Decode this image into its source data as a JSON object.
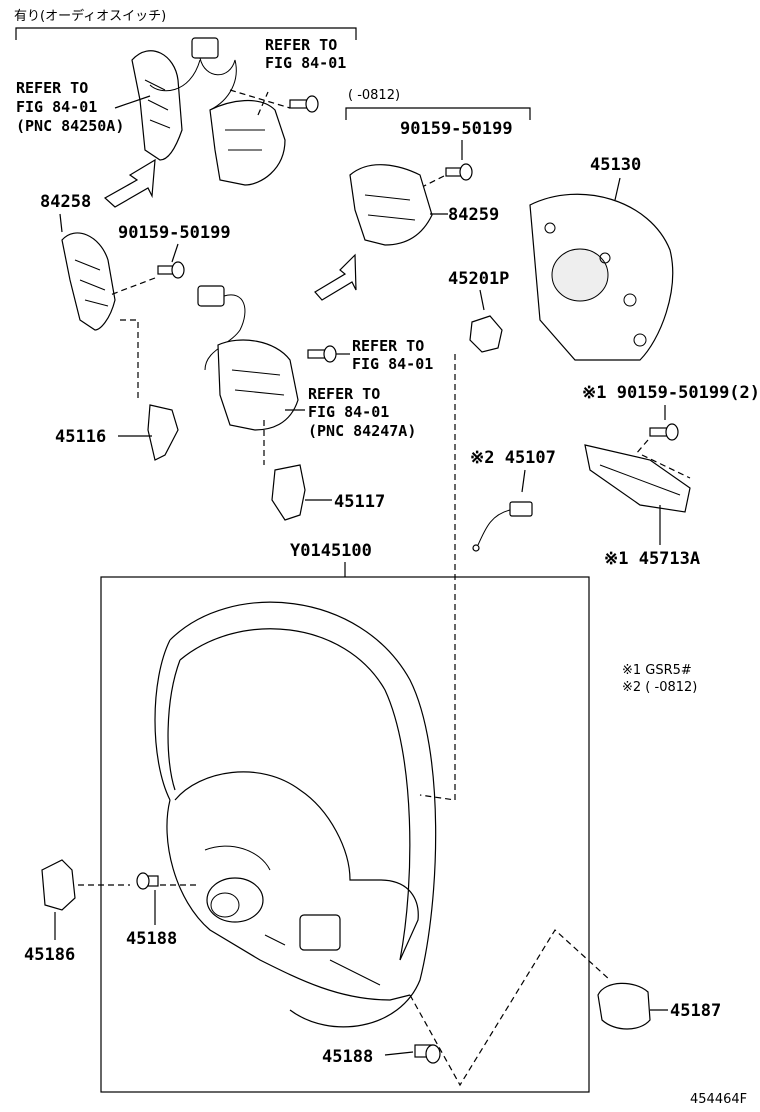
{
  "header": {
    "option_label": "有り(オーディオスイッチ)",
    "date_range_top": "(        -0812)"
  },
  "labels": {
    "refer_a_1": "REFER TO",
    "refer_a_2": "FIG 84-01",
    "refer_a_3": "(PNC 84250A)",
    "refer_b_1": "REFER TO",
    "refer_b_2": "FIG 84-01",
    "refer_c_1": "REFER TO",
    "refer_c_2": "FIG 84-01",
    "refer_d_1": "REFER TO",
    "refer_d_2": "FIG 84-01",
    "refer_d_3": "(PNC 84247A)",
    "p_84258": "84258",
    "p_90159_a": "90159-50199",
    "p_90159_b": "90159-50199",
    "p_84259": "84259",
    "p_45130": "45130",
    "p_45201p": "45201P",
    "p_90159_c": "※1 90159-50199(2)",
    "p_45116": "45116",
    "p_45117": "45117",
    "p_45107": "※2 45107",
    "p_45713a": "※1 45713A",
    "p_y0145100": "Y0145100",
    "p_45186": "45186",
    "p_45188_a": "45188",
    "p_45188_b": "45188",
    "p_45187": "45187",
    "note_1": "※1 GSR5#",
    "note_2": "※2 (       -0812)",
    "diagram_id": "454464F"
  }
}
